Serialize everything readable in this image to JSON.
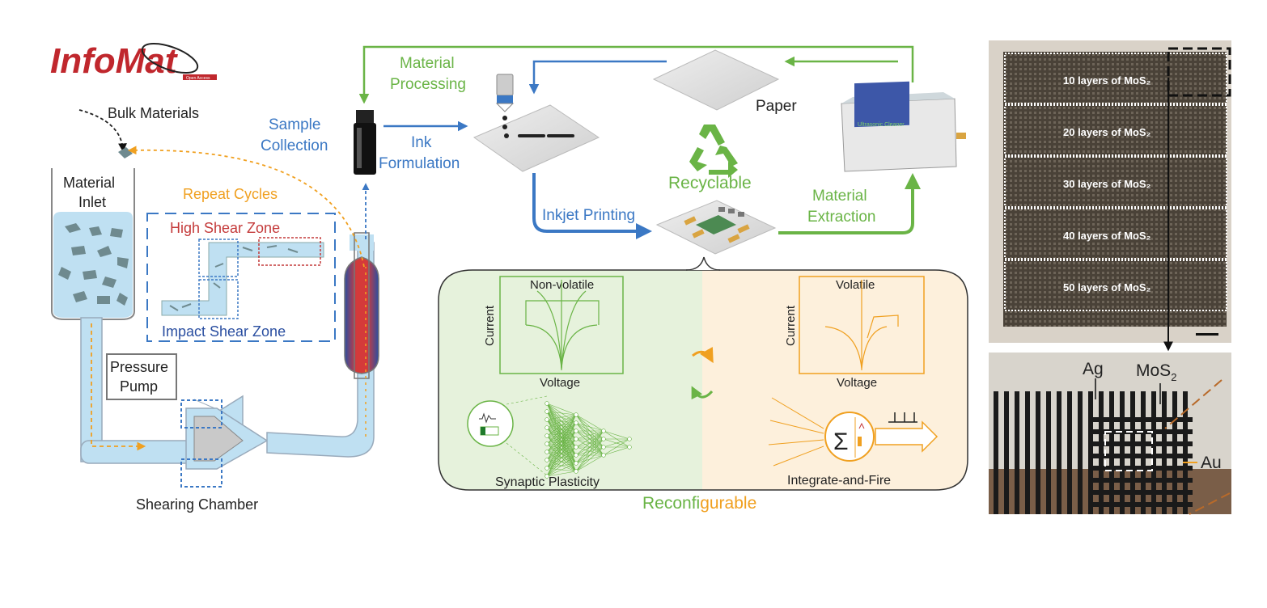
{
  "logo": {
    "name": "InfoMat",
    "tagline": "Open Access"
  },
  "left": {
    "bulk_materials": "Bulk Materials",
    "material_inlet_line1": "Material",
    "material_inlet_line2": "Inlet",
    "repeat_cycles": "Repeat Cycles",
    "high_shear_zone": "High Shear Zone",
    "impact_shear_zone": "Impact Shear Zone",
    "pressure_pump_line1": "Pressure",
    "pressure_pump_line2": "Pump",
    "shearing_chamber": "Shearing Chamber"
  },
  "cycle": {
    "sample_collection_line1": "Sample",
    "sample_collection_line2": "Collection",
    "ink_formulation_line1": "Ink",
    "ink_formulation_line2": "Formulation",
    "material_processing_line1": "Material",
    "material_processing_line2": "Processing",
    "paper": "Paper",
    "recyclable": "Recyclable",
    "inkjet_printing": "Inkjet Printing",
    "material_extraction_line1": "Material",
    "material_extraction_line2": "Extraction",
    "cleaner_label": "Ultrasonic Cleaner"
  },
  "panel": {
    "nonvolatile_title": "Non-volatile",
    "volatile_title": "Volatile",
    "current_label": "Current",
    "voltage_label": "Voltage",
    "synaptic_plasticity": "Synaptic Plasticity",
    "integrate_and_fire": "Integrate-and-Fire",
    "reconfigurable_green": "Reconfi",
    "reconfigurable_orange": "gurable",
    "sigma": "Σ"
  },
  "photos": {
    "layers": [
      "10 layers of MoS₂",
      "20 layers of MoS₂",
      "30 layers of MoS₂",
      "40 layers of MoS₂",
      "50 layers of MoS₂"
    ],
    "ag": "Ag",
    "mos2_main": "MoS",
    "mos2_sub": "2",
    "au": "Au"
  },
  "colors": {
    "blue_arrow": "#3b78c4",
    "green_arrow": "#6ab446",
    "orange": "#f0a020",
    "red_zone": "#c43a3a",
    "fluid": "#bfe0f2",
    "panel_green": "#e6f2dc",
    "panel_orange": "#fdf0dc",
    "logo_red": "#c0272d"
  }
}
